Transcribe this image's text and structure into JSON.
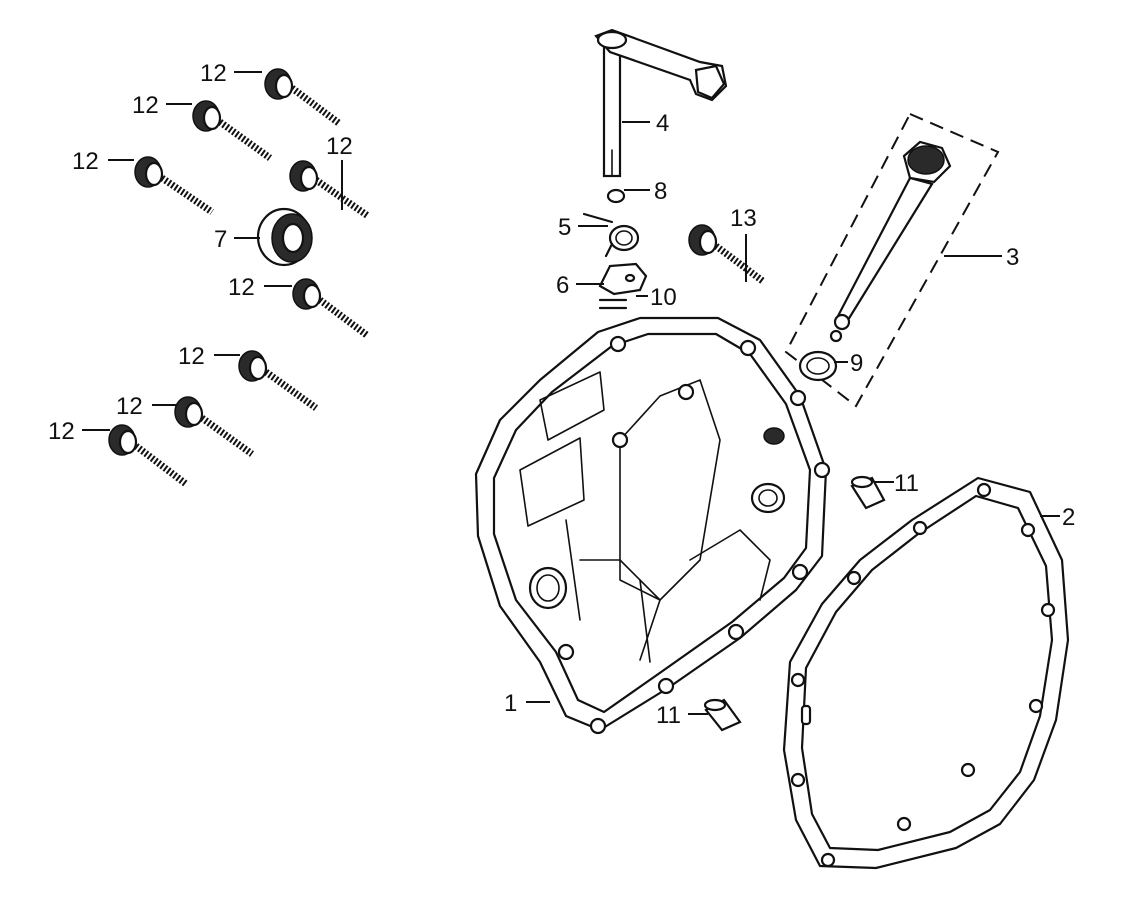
{
  "diagram": {
    "callouts": [
      {
        "id": "c12a",
        "text": "12"
      },
      {
        "id": "c12b",
        "text": "12"
      },
      {
        "id": "c12c",
        "text": "12"
      },
      {
        "id": "c12d",
        "text": "12"
      },
      {
        "id": "c7",
        "text": "7"
      },
      {
        "id": "c12e",
        "text": "12"
      },
      {
        "id": "c12f",
        "text": "12"
      },
      {
        "id": "c12g",
        "text": "12"
      },
      {
        "id": "c12h",
        "text": "12"
      },
      {
        "id": "c4",
        "text": "4"
      },
      {
        "id": "c8",
        "text": "8"
      },
      {
        "id": "c5",
        "text": "5"
      },
      {
        "id": "c13",
        "text": "13"
      },
      {
        "id": "c6",
        "text": "6"
      },
      {
        "id": "c10",
        "text": "10"
      },
      {
        "id": "c3",
        "text": "3"
      },
      {
        "id": "c9",
        "text": "9"
      },
      {
        "id": "c11a",
        "text": "11"
      },
      {
        "id": "c2",
        "text": "2"
      },
      {
        "id": "c1",
        "text": "1"
      },
      {
        "id": "c11b",
        "text": "11"
      }
    ]
  }
}
